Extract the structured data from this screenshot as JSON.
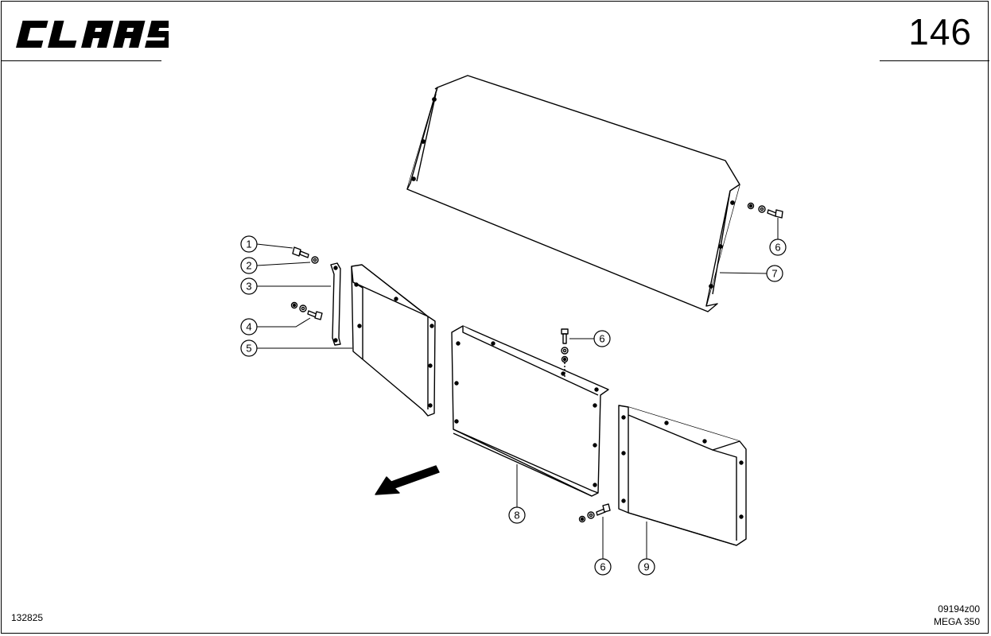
{
  "header": {
    "logo_text": "CLAAS",
    "page_number": "146"
  },
  "callouts": [
    "1",
    "2",
    "3",
    "4",
    "5",
    "6",
    "6",
    "6",
    "7",
    "8",
    "9"
  ],
  "footer": {
    "doc_number": "132825",
    "drawing_code": "09194z00",
    "model": "MEGA 350"
  }
}
